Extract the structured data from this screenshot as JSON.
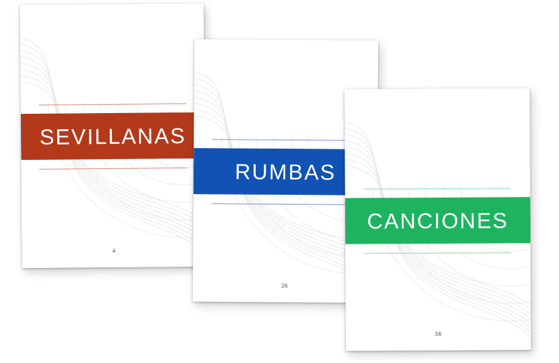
{
  "document": {
    "description": "Three overlapping white songbook section pages fanned left to right"
  },
  "pages": [
    {
      "title": "SEVILLANAS",
      "page_number": "4",
      "accent_color": "#b23a1b",
      "rule_color": "#d98b75"
    },
    {
      "title": "RUMBAS",
      "page_number": "26",
      "accent_color": "#1152b4",
      "rule_color": "#7e8fd6"
    },
    {
      "title": "CANCIONES",
      "page_number": "56",
      "accent_color": "#1eb45f",
      "rule_color": "#8fd6a6"
    }
  ]
}
